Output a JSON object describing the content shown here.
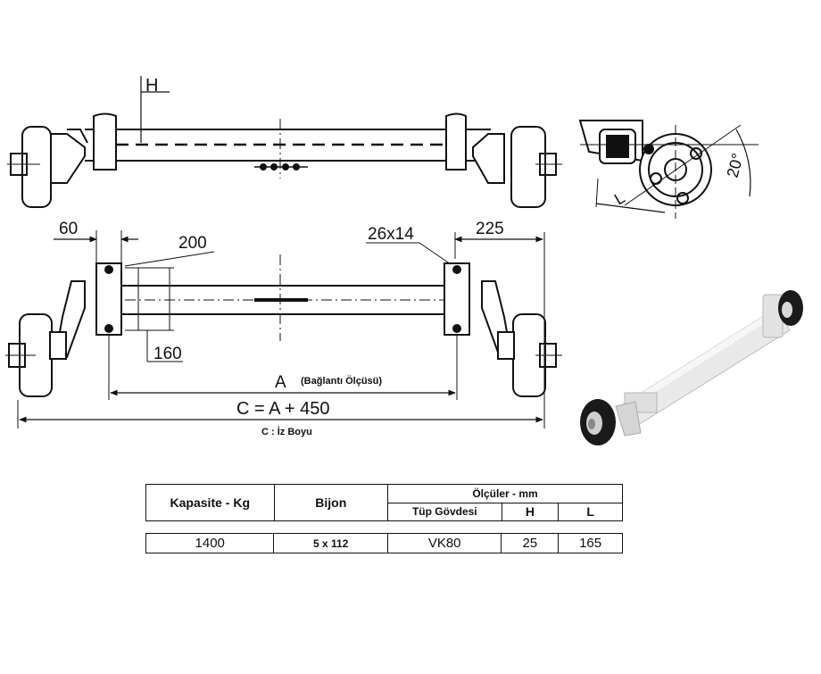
{
  "dimensions": {
    "h": "H",
    "l": "L",
    "angle": "20°",
    "d60": "60",
    "d200": "200",
    "d160": "160",
    "d26x14": "26x14",
    "d225": "225",
    "a": "A",
    "a_note": "(Bağlantı Ölçüsü)",
    "c_formula": "C = A + 450",
    "c_note": "C : İz Boyu"
  },
  "spec_table": {
    "headers": {
      "capacity": "Kapasite - Kg",
      "bolt": "Bijon",
      "dimensions_group": "Ölçüler - mm",
      "tube": "Tüp Gövdesi",
      "h": "H",
      "l": "L"
    },
    "row": {
      "capacity": "1400",
      "bolt": "5 x 112",
      "tube": "VK80",
      "h": "25",
      "l": "165"
    }
  },
  "colors": {
    "line": "#111111",
    "axle_render": "#e8e8e8",
    "tire": "#1a1a1a"
  }
}
